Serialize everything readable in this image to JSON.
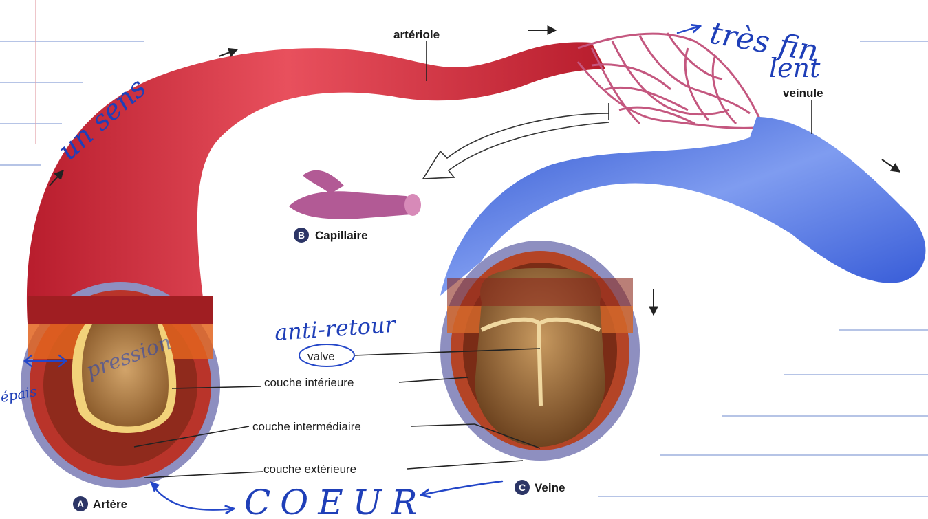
{
  "labels": {
    "arteriole": "artériole",
    "veinule": "veinule",
    "capillaire": "Capillaire",
    "valve": "valve",
    "couche_interieure": "couche intérieure",
    "couche_intermediaire": "couche intermédiaire",
    "couche_exterieure": "couche extérieure",
    "artere": "Artère",
    "veine": "Veine"
  },
  "badges": {
    "a": "A",
    "b": "B",
    "c": "C"
  },
  "handwriting": {
    "un_sens": "un sens",
    "tres_fin": "très fin",
    "lent": "lent",
    "anti_retour": "anti-retour",
    "pression": "pression",
    "epais": "épais",
    "coeur": "COEUR"
  },
  "colors": {
    "artery_red": "#d8303f",
    "vein_blue": "#4a6fe0",
    "capillary_pink": "#c06a9a",
    "handwriting_blue": "#1f3fb8"
  }
}
